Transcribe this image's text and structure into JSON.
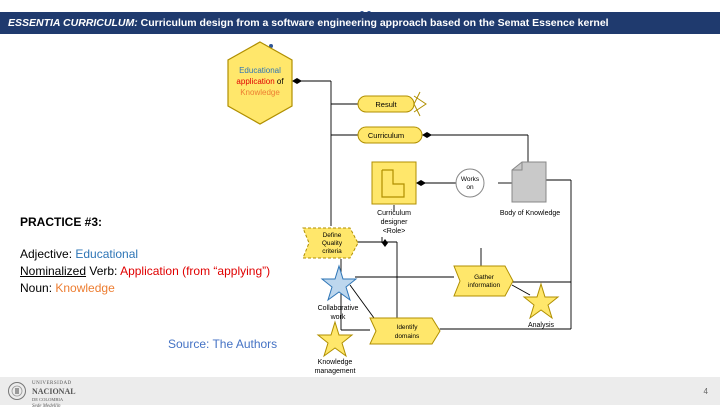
{
  "header": {
    "title_italic": "ESSENTIA CURRICULUM:",
    "title_rest": " Curriculum design from a software engineering approach based on the Semat Essence kernel"
  },
  "left": {
    "practice": "PRACTICE #3:",
    "adjective_label": "Adjective: ",
    "adjective_value": "Educational",
    "nominalized_label": "Nominalized",
    "verb_label": " Verb: ",
    "verb_value": "Application (from “applying”)",
    "noun_label": "Noun: ",
    "noun_value": "Knowledge"
  },
  "source": "Source: The Authors",
  "diagram": {
    "hexagon": {
      "line1": "Educational",
      "line2": "application",
      "line2b": " of",
      "line3": "Knowledge"
    },
    "result": "Result",
    "curriculum": "Curriculum",
    "works_on": [
      "Works",
      "on"
    ],
    "body_of_knowledge": "Body of Knowledge",
    "designer": [
      "Curriculum",
      "designer",
      "<Role>"
    ],
    "define_quality": [
      "Define",
      "Quality",
      "criteria"
    ],
    "gather": [
      "Gather",
      "information"
    ],
    "identify": [
      "Identify",
      "domains"
    ],
    "collaborative": [
      "Collaborative",
      "work"
    ],
    "analysis": "Analysis",
    "knowledge_management": [
      "Knowledge",
      "management"
    ]
  },
  "footer": {
    "uni_line1": "UNIVERSIDAD",
    "uni_line2": "NACIONAL",
    "uni_line3": "DE COLOMBIA",
    "uni_line4": "Sede Medellín",
    "page_number": "4"
  }
}
